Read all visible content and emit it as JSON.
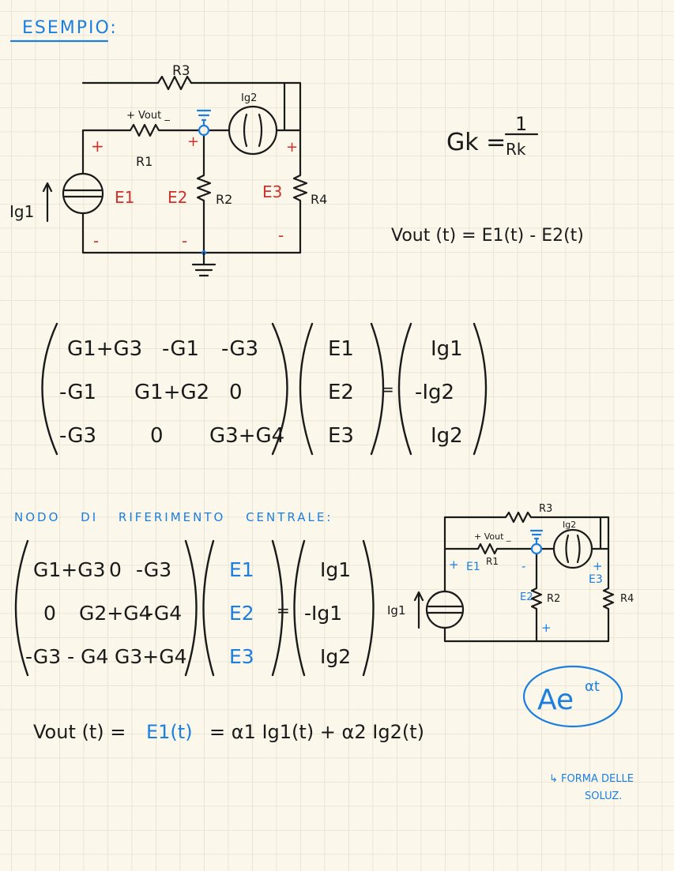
{
  "colors": {
    "paper": "#fbf7ea",
    "grid": "#e7e0cf",
    "ink": "#1a1a1a",
    "blue": "#1c7fe0",
    "red": "#d0312d"
  },
  "title": "ESEMPIO:",
  "circuit1": {
    "R3": "R3",
    "vout": "+ Vout _",
    "Ig2": "Ig2",
    "R1": "R1",
    "E1": "E1",
    "E2": "E2",
    "R2": "R2",
    "E3": "E3",
    "R4": "R4",
    "Ig1": "Ig1",
    "plus": "+",
    "minus": "-"
  },
  "gk": {
    "lhs": "Gk =",
    "num": "1",
    "den": "Rk"
  },
  "vout_eq1": "Vout (t) = E1(t) - E2(t)",
  "matrix1": {
    "rows": [
      [
        "G1+G3",
        "-G1",
        "-G3"
      ],
      [
        "-G1",
        "G1+G2",
        "0"
      ],
      [
        "-G3",
        "0",
        "G3+G4"
      ]
    ],
    "unknowns": [
      "E1",
      "E2",
      "E3"
    ],
    "rhs": [
      "Ig1",
      "-Ig2",
      "Ig2"
    ],
    "eq": "="
  },
  "section2": "NODO DI RIFERIMENTO CENTRALE:",
  "matrix2": {
    "rows": [
      [
        "G1+G3",
        "0",
        "-G3"
      ],
      [
        "0",
        "G2+G4",
        "-G4"
      ],
      [
        "-G3 - G4",
        "G3+G4",
        ""
      ]
    ],
    "unknowns": [
      "E1",
      "E2",
      "E3"
    ],
    "rhs": [
      "Ig1",
      "-Ig1",
      "Ig2"
    ],
    "eq": "="
  },
  "circuit2": {
    "R3": "R3",
    "vout": "+ Vout _",
    "Ig2": "Ig2",
    "R1": "R1",
    "E1": "E1",
    "E2": "E2",
    "E3": "E3",
    "R2": "R2",
    "R4": "R4",
    "Ig1": "Ig1"
  },
  "vout_eq2": {
    "lhs": "Vout (t) =",
    "e1": "E1(t)",
    "rhs": "= α1 Ig1(t) + α2 Ig2(t)"
  },
  "form": {
    "expr": "Ae",
    "exp": "αt",
    "note1": "↳ FORMA DELLE",
    "note2": "SOLUZ."
  }
}
